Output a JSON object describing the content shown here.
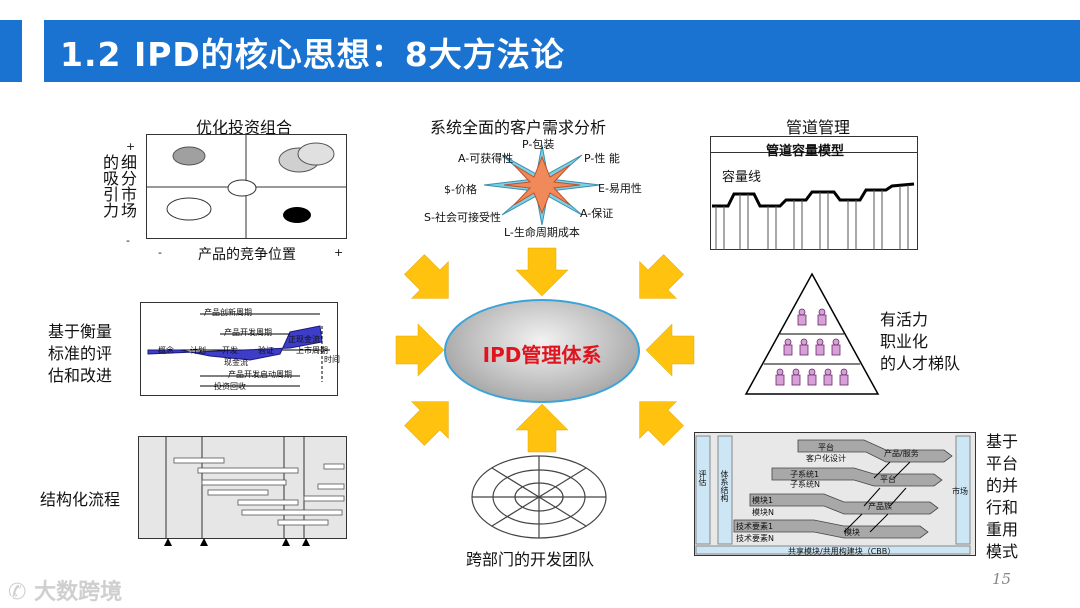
{
  "header": {
    "title": "1.2 IPD的核心思想：8大方法论",
    "bar_color": "#1a73d0"
  },
  "center": {
    "label": "IPD管理体系",
    "label_color": "#e0141e"
  },
  "portfolio": {
    "title": "优化投资组合",
    "y_label": "细分市场的吸引力",
    "x_label": "产品的竞争位置",
    "plus_y": "+",
    "minus_y": "-",
    "minus_x": "-",
    "plus_x": "+"
  },
  "customer_needs": {
    "title": "系统全面的客户需求分析",
    "points": [
      "P-包装",
      "P-性 能",
      "E-易用性",
      "A-保证",
      "L-生命周期成本",
      "S-社会可接受性",
      "$-价格",
      "A-可获得性"
    ]
  },
  "pipeline": {
    "title": "管道管理",
    "model_title": "管道容量模型",
    "capacity_line": "容量线"
  },
  "metrics": {
    "title": "基于衡量标准的评估和改进",
    "lines": [
      "基于衡量",
      "标准的评",
      "估和改进"
    ],
    "texts": [
      "产品创新周期",
      "产品开发周期",
      "正现金流",
      "计划",
      "开发",
      "概念",
      "验证",
      "上市周期",
      "现金流",
      "产品开发启动周期",
      "投资回收",
      "时间"
    ]
  },
  "career": {
    "lines": [
      "有活力",
      "职业化",
      "的人才梯队"
    ]
  },
  "structured": {
    "title": "结构化流程"
  },
  "team": {
    "title": "跨部门的开发团队"
  },
  "platform": {
    "lines": [
      "基于",
      "平台",
      "的并",
      "行和",
      "重用",
      "模式"
    ],
    "texts": [
      "平台",
      "客户化设计",
      "产品/服务",
      "子系统1",
      "子系统N",
      "平台",
      "模块1",
      "模块N",
      "产品族",
      "技术要素1",
      "技术要素N",
      "模块",
      "评估",
      "体系结构",
      "市场",
      "共享模块/共用构建块（CBB）"
    ]
  },
  "footer": {
    "page_number": "15",
    "watermark": "大数跨境"
  }
}
